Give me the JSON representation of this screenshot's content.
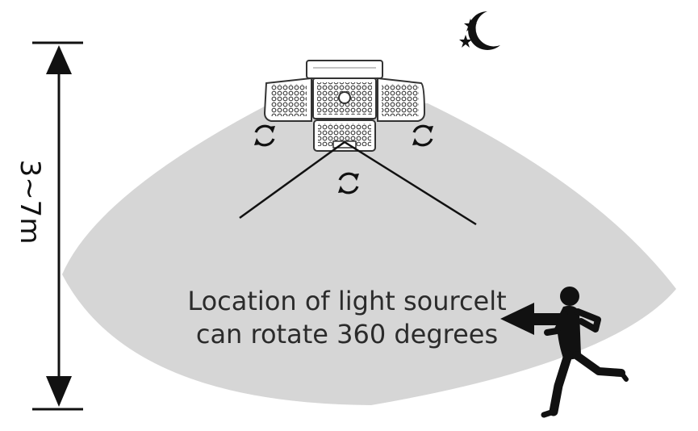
{
  "height_label": "3~7m",
  "caption": {
    "line1": "Location of light sourcelt",
    "line2": "can rotate 360 degrees"
  },
  "icons": {
    "night": "moon-and-stars-icon",
    "rotation": "rotate-arrows-icon",
    "person": "running-person-icon",
    "device": "solar-light-icon"
  },
  "colors": {
    "detection_zone": "#d6d6d6",
    "ink": "#111111",
    "caption_text": "#2b2b2b"
  }
}
